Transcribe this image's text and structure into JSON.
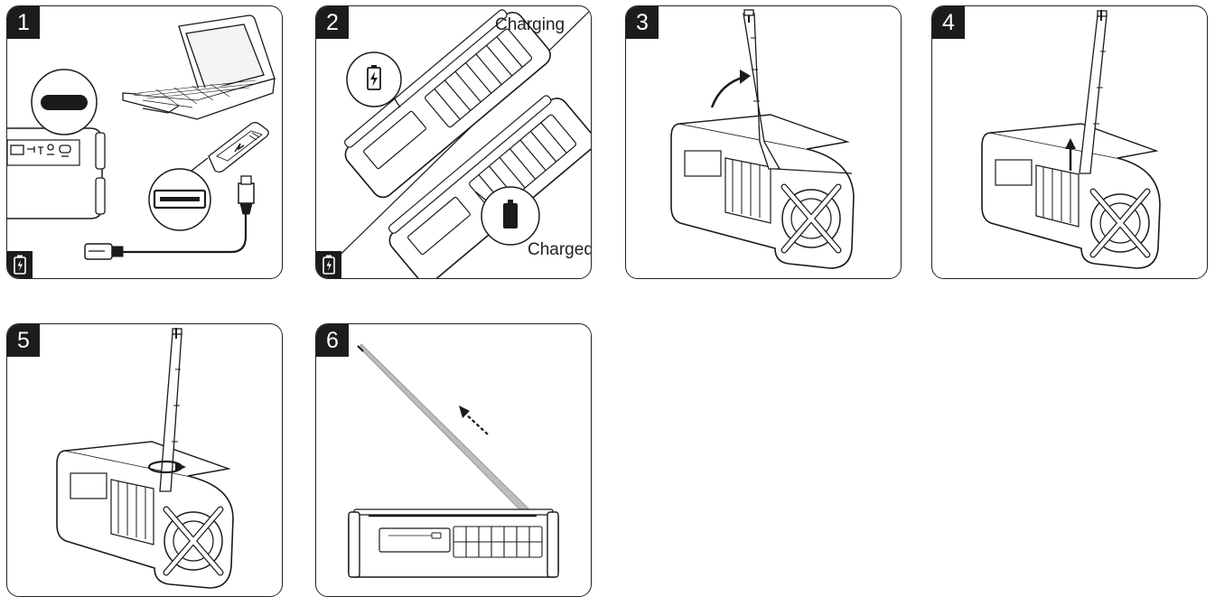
{
  "steps": [
    {
      "number": "1"
    },
    {
      "number": "2",
      "charging_label": "Charging",
      "charged_label": "Charged"
    },
    {
      "number": "3"
    },
    {
      "number": "4"
    },
    {
      "number": "5"
    },
    {
      "number": "6"
    }
  ],
  "icons": [
    "battery-charging-icon",
    "usb-c-port-icon",
    "usb-a-port-icon",
    "laptop-icon",
    "power-bank-icon",
    "battery-full-icon",
    "arrow-icon",
    "rotate-arrow-icon"
  ],
  "colors": {
    "line": "#1a1a1a",
    "badge": "#1c1c1c",
    "antenna": "#bdbdbd"
  }
}
